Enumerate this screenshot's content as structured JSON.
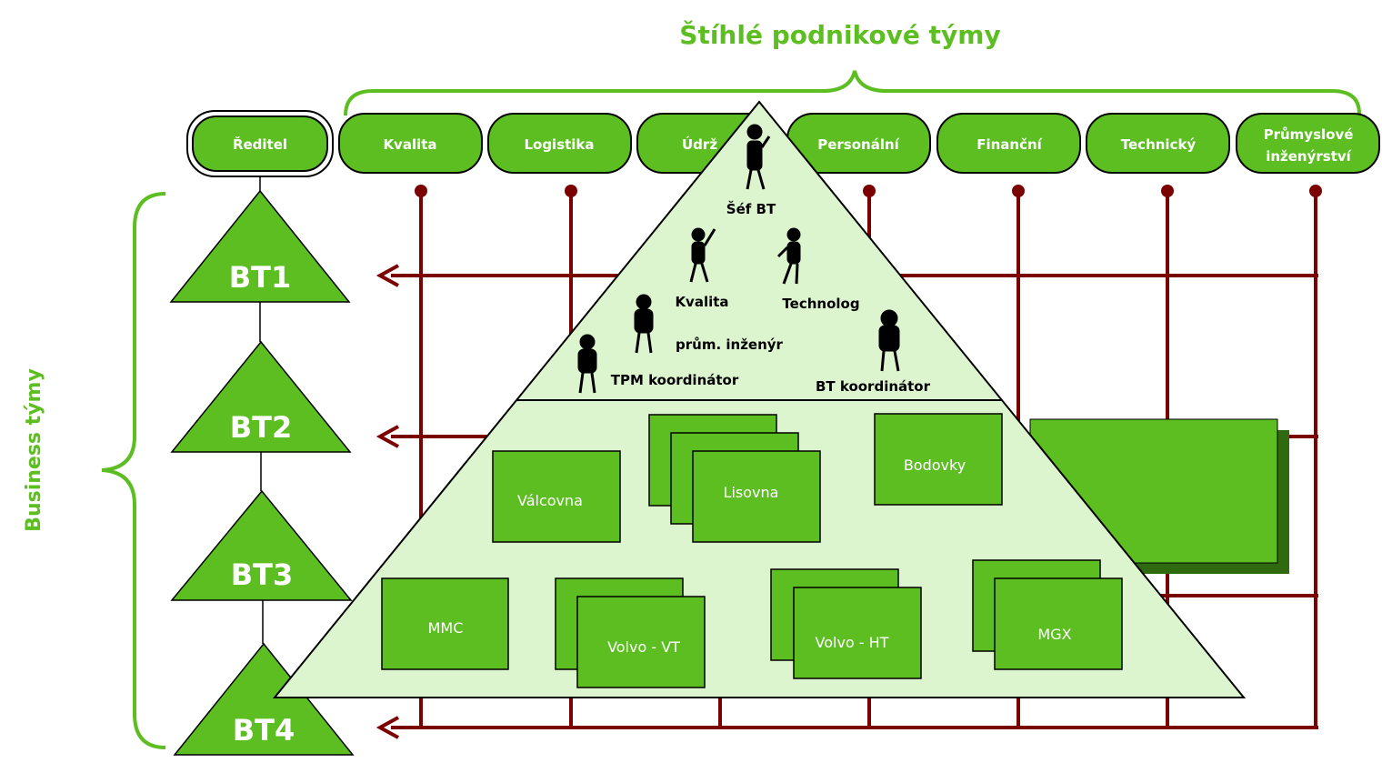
{
  "header": {
    "title": "Štíhlé podnikové týmy"
  },
  "side_label": "Business týmy",
  "director": {
    "label": "Ředitel"
  },
  "departments": [
    {
      "label": "Kvalita"
    },
    {
      "label": "Logistika"
    },
    {
      "label": "Údrž"
    },
    {
      "label": "Personální"
    },
    {
      "label": "Finanční"
    },
    {
      "label": "Technický"
    },
    {
      "label": "Průmyslové",
      "label2": "inženýrství"
    }
  ],
  "business_teams": [
    {
      "label": "BT1"
    },
    {
      "label": "BT2"
    },
    {
      "label": "BT3"
    },
    {
      "label": "BT4"
    }
  ],
  "pyramid_roles": {
    "chief": "Šéf BT",
    "quality": "Kvalita",
    "technologist": "Technolog",
    "engineer": "prům. inženýr",
    "tpm": "TPM koordinátor",
    "bt_coordinator": "BT koordinátor"
  },
  "workshops": {
    "valcovna": "Válcovna",
    "lisovna": "Lisovna",
    "bodovky": "Bodovky",
    "mmc": "MMC",
    "volvo_vt": "Volvo - VT",
    "volvo_ht": "Volvo - HT",
    "mgx": "MGX"
  },
  "colors": {
    "green": "#5dbe22",
    "dark_green": "#2f6a10",
    "light_green": "#ddf5cf",
    "maroon": "#7b0000",
    "outline": "#000000"
  }
}
